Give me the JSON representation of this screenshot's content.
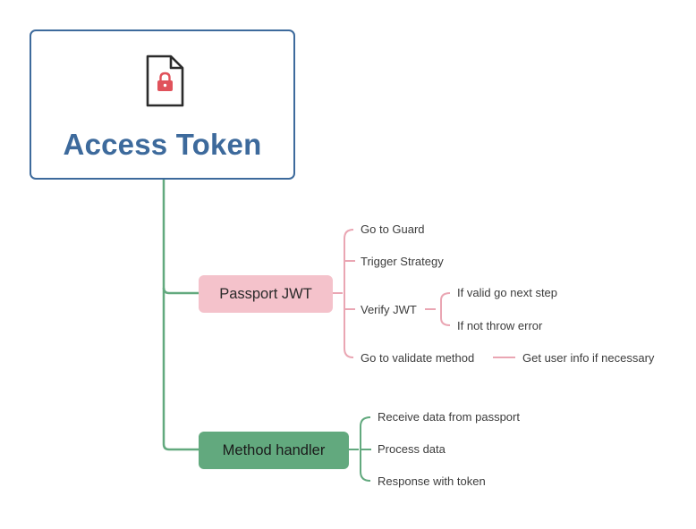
{
  "root": {
    "title": "Access Token",
    "icon": "locked-document-icon"
  },
  "colors": {
    "root_border": "#3d6a9c",
    "root_title": "#3d6a9c",
    "trunk_line": "#62a97e",
    "passport_fill": "#f4c2cb",
    "passport_line": "#eaa6b3",
    "method_fill": "#62a97e",
    "method_line": "#62a97e"
  },
  "passport": {
    "label": "Passport JWT",
    "children": [
      {
        "label": "Go to Guard"
      },
      {
        "label": "Trigger Strategy"
      },
      {
        "label": "Verify JWT",
        "children": [
          {
            "label": "If valid go next step"
          },
          {
            "label": "If not throw error"
          }
        ]
      },
      {
        "label": "Go to validate method",
        "children": [
          {
            "label": "Get user info if necessary"
          }
        ]
      }
    ]
  },
  "method": {
    "label": "Method handler",
    "children": [
      {
        "label": "Receive data from passport"
      },
      {
        "label": "Process data"
      },
      {
        "label": "Response with token"
      }
    ]
  }
}
